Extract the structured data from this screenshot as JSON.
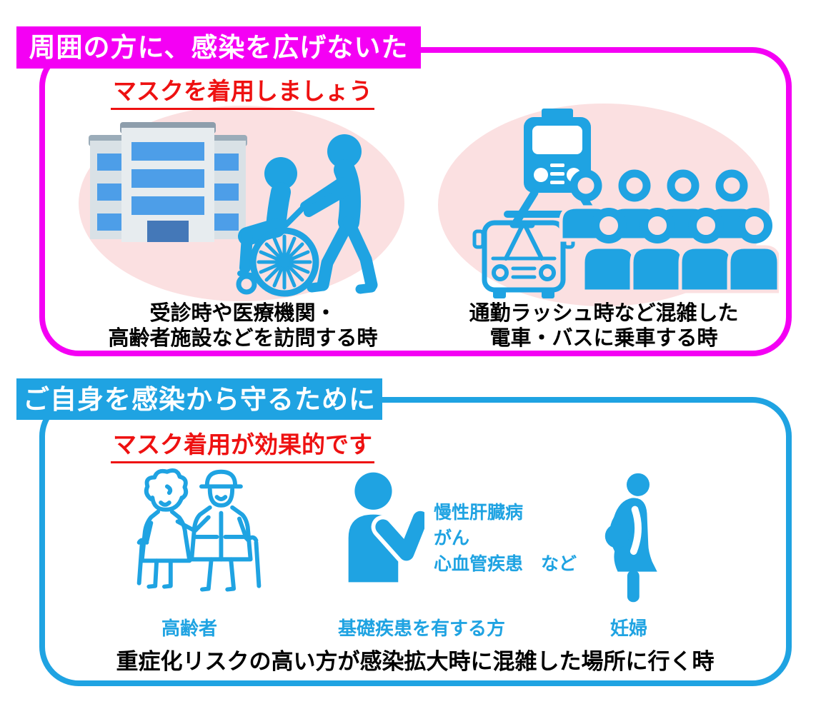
{
  "colors": {
    "magenta": "#F400F4",
    "cyan": "#1FA3E2",
    "pink": "#FBE0E1",
    "red": "#EE1111",
    "black": "#000000",
    "bldg_wing": "#D9E1E6",
    "bldg_wing_cap": "#9BACB9",
    "bldg_center": "#E7ECEF",
    "bldg_center_cap": "#8E9EAC",
    "bldg_window": "#4D9EE8",
    "bldg_door": "#4478B8"
  },
  "panel1": {
    "banner": "周囲の方に、感染を広げないために",
    "subtitle": "マスクを着用しましょう",
    "scenes": [
      {
        "icon": "hospital-and-wheelchair",
        "caption": [
          "受診時や医療機関・",
          "高齢者施設などを訪問する時"
        ]
      },
      {
        "icon": "train-bus-crowd",
        "caption": [
          "通勤ラッシュ時など混雑した",
          "電車・バスに乗車する時"
        ]
      }
    ]
  },
  "panel2": {
    "banner": "ご自身を感染から守るために",
    "subtitle": "マスク着用が効果的です",
    "groups": [
      {
        "icon": "elderly-couple",
        "label": "高齢者"
      },
      {
        "icon": "person-with-condition",
        "label": "基礎疾患を有する方",
        "conditions": [
          "慢性肝臓病",
          "がん",
          "心血管疾患　など"
        ]
      },
      {
        "icon": "pregnant-woman",
        "label": "妊婦"
      }
    ],
    "caption": "重症化リスクの高い方が感染拡大時に混雑した場所に行く時"
  }
}
